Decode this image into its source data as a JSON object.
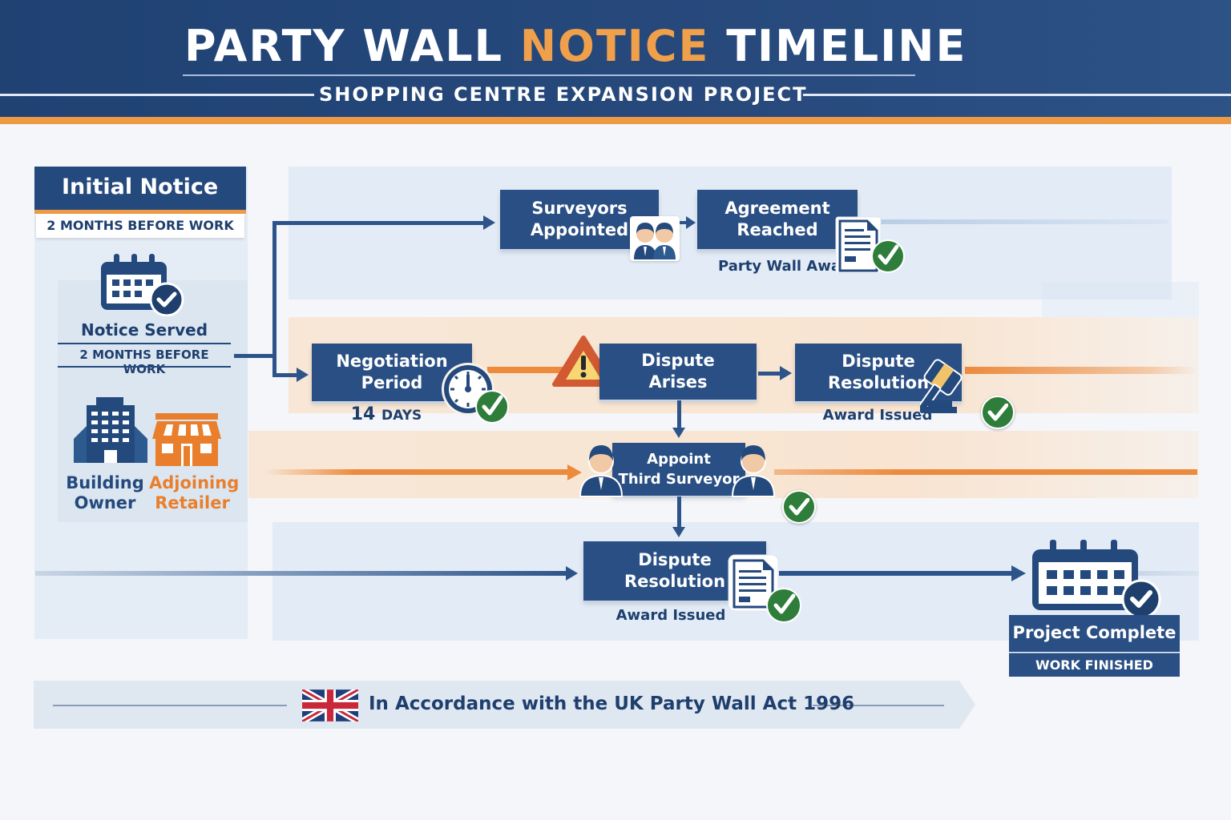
{
  "header": {
    "title_part1": "PARTY WALL ",
    "title_accent": "NOTICE",
    "title_part2": " TIMELINE",
    "subtitle": "SHOPPING CENTRE EXPANSION PROJECT"
  },
  "colors": {
    "navy": "#2a4f84",
    "header_bg": "#1f4273",
    "accent_orange": "#ee9a45",
    "check_green": "#2e7d3a",
    "warning_red": "#d25a32",
    "warning_yellow": "#f7d774"
  },
  "initial_notice": {
    "title": "Initial Notice",
    "subtitle": "2 MONTHS BEFORE WORK",
    "icon": "calendar-check-icon",
    "notice_served": "Notice Served",
    "notice_served_sub": "2 MONTHS BEFORE WORK",
    "parties": [
      {
        "label_line1": "Building",
        "label_line2": "Owner",
        "icon": "office-building-icon",
        "color": "#24497d"
      },
      {
        "label_line1": "Adjoining",
        "label_line2": "Retailer",
        "icon": "storefront-icon",
        "color": "#e97f2d"
      }
    ]
  },
  "path_agreement": {
    "steps": [
      {
        "line1": "Surveyors",
        "line2": "Appointed",
        "icon": "surveyors-icon"
      },
      {
        "line1": "Agreement",
        "line2": "Reached",
        "icon": "document-check-icon",
        "caption": "Party Wall Award"
      }
    ]
  },
  "path_dispute": {
    "steps": [
      {
        "line1": "Negotiation",
        "line2": "Period",
        "icon": "stopwatch-icon",
        "caption_num": "14",
        "caption_unit": "DAYS"
      },
      {
        "line1": "Dispute",
        "line2": "Arises",
        "icon": "warning-icon"
      },
      {
        "line1": "Dispute",
        "line2": "Resolution",
        "icon": "gavel-icon",
        "caption": "Award Issued"
      }
    ],
    "third_surveyor": {
      "line1": "Appoint",
      "line2": "Third Surveyor",
      "icon": "surveyor-person-icon"
    },
    "final_resolution": {
      "line1": "Dispute",
      "line2": "Resolution",
      "icon": "document-check-icon",
      "caption": "Award Issued"
    }
  },
  "completion": {
    "title": "Project Complete",
    "subtitle": "WORK FINISHED",
    "icon": "calendar-check-icon"
  },
  "footer": {
    "text": "In Accordance with the UK Party Wall Act 1996",
    "icon": "uk-flag-icon"
  }
}
